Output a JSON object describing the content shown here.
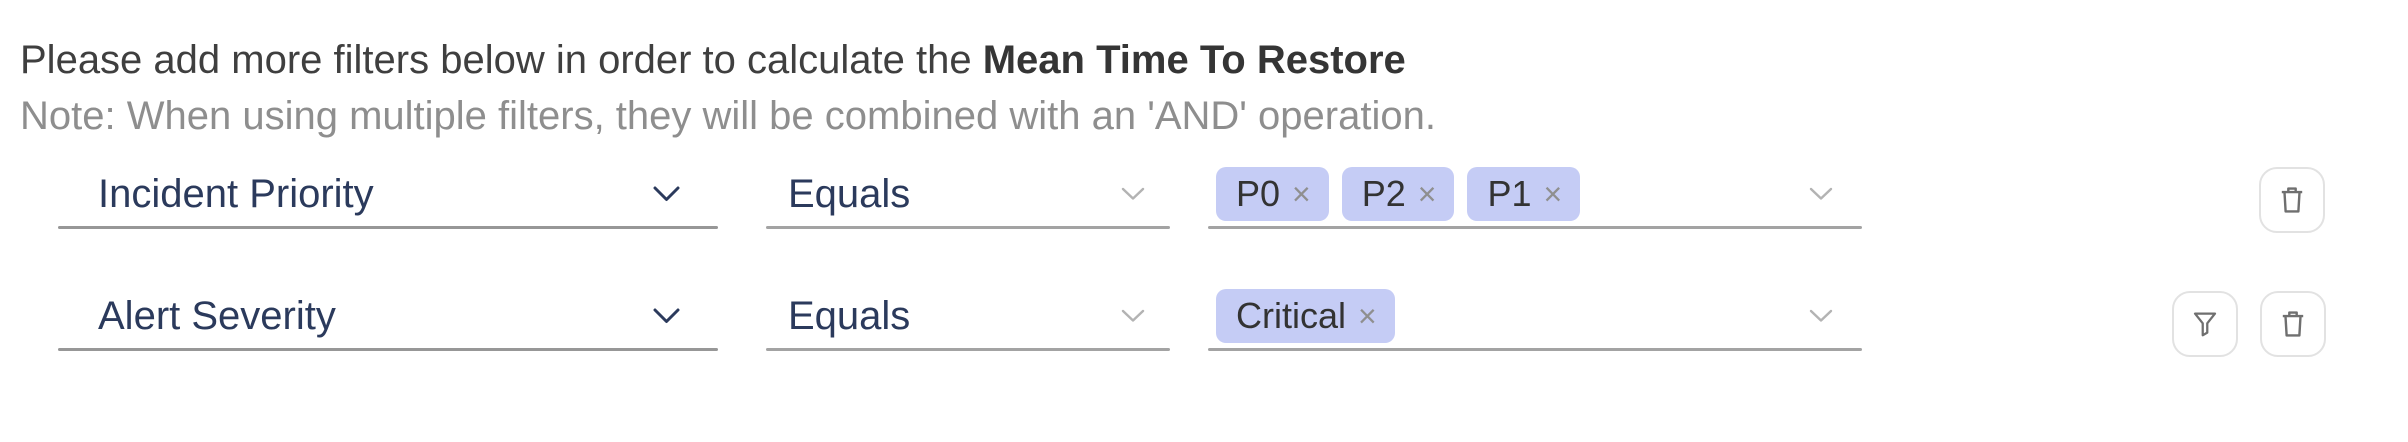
{
  "header": {
    "intro_text": "Please add more filters below in order to calculate the ",
    "metric_name": "Mean Time To Restore",
    "note": "Note: When using multiple filters, they will be combined with an 'AND' operation."
  },
  "glyphs": {
    "remove_tag": "×"
  },
  "colors": {
    "field_label": "#2b3a5c",
    "tag_background": "#c5ccf5",
    "tag_text": "#333333",
    "note_text": "#8e8e8e",
    "underline": "#a3a3a3",
    "icon": "#6f6f6f",
    "button_border": "#e2e2e2"
  },
  "icons": {
    "dropdown": "chevron-down-icon",
    "remove_tag": "close-icon",
    "delete_row": "trash-icon",
    "filter_values": "funnel-icon"
  },
  "filters": [
    {
      "attribute": "Incident Priority",
      "operator": "Equals",
      "values": [
        "P0",
        "P2",
        "P1"
      ]
    },
    {
      "attribute": "Alert Severity",
      "operator": "Equals",
      "values": [
        "Critical"
      ]
    }
  ]
}
